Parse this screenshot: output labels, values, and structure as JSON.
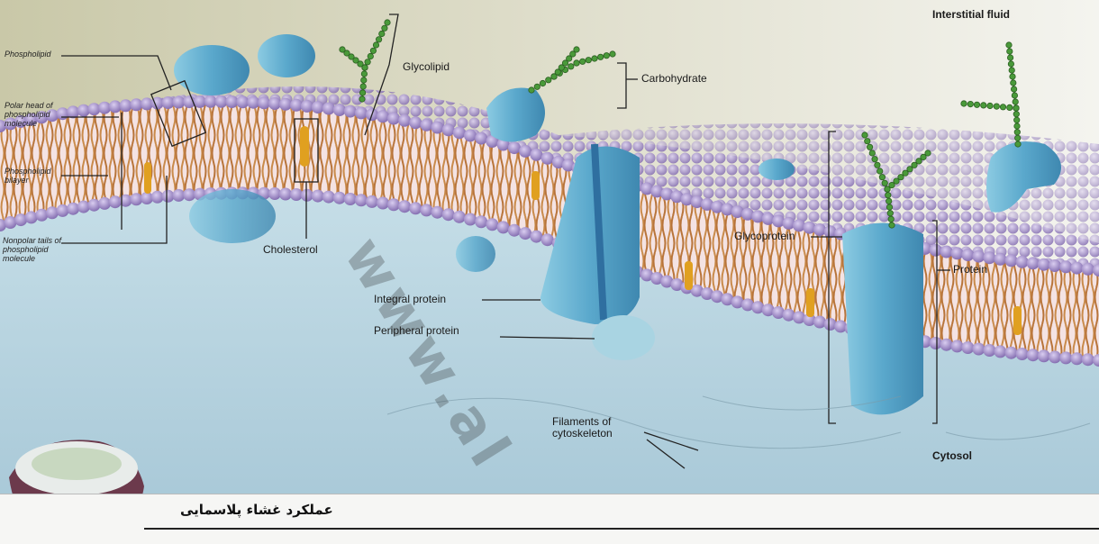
{
  "labels": {
    "interstitial_fluid": "Interstitial fluid",
    "phospholipid": "Phospholipid",
    "polar_head": "Polar head of phospholipid molecule",
    "phospholipid_bilayer": "Phospholipid bilayer",
    "nonpolar_tails": "Nonpolar tails of phospholipid molecule",
    "glycolipid": "Glycolipid",
    "carbohydrate": "Carbohydrate",
    "cholesterol": "Cholesterol",
    "integral_protein": "Integral protein",
    "peripheral_protein": "Peripheral protein",
    "glycoprotein": "Glycoprotein",
    "protein": "Protein",
    "filaments": "Filaments of cytoskeleton",
    "cytosol": "Cytosol"
  },
  "caption": "عملکرد غشاء پلاسمایی",
  "watermark": "www.al",
  "colors": {
    "background_top": "#d8d7c2",
    "cytosol": "#bcd6e2",
    "phospholipid_head": "#9c88c4",
    "phospholipid_tail": "#c98a4a",
    "protein": "#5aa8cc",
    "carbohydrate": "#4a9a3a"
  }
}
